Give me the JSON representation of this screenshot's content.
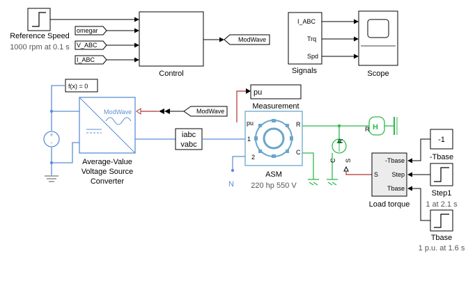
{
  "blocks": {
    "reference_speed": {
      "name": "Reference Speed",
      "desc": "1000 rpm at 0.1 s"
    },
    "control": {
      "name": "Control"
    },
    "goto_tags": {
      "omegar": "omegar",
      "v_abc": "V_ABC",
      "i_abc": "I_ABC",
      "modwave_out": "ModWave",
      "modwave_in": "ModWave"
    },
    "signals": {
      "name": "Signals",
      "ports": [
        "I_ABC",
        "Trq",
        "Spd"
      ]
    },
    "scope": {
      "name": "Scope"
    },
    "fx": {
      "text": "f(x) = 0"
    },
    "converter": {
      "name_lines": [
        "Average-Value",
        "Voltage Source",
        "Converter"
      ],
      "port": "ModWave"
    },
    "iabc_vabc": {
      "lines": [
        "iabc",
        "vabc"
      ]
    },
    "measurement": {
      "name": "Measurement",
      "value": "pu"
    },
    "asm": {
      "name": "ASM",
      "desc": "220 hp 550 V",
      "ports": {
        "pu": "pu",
        "r": "R",
        "c": "C",
        "one": "1",
        "two": "2"
      }
    },
    "mech_ports": {
      "r": "R",
      "c": "C",
      "s": "S"
    },
    "load_torque": {
      "name": "Load torque",
      "ports": [
        "-Tbase",
        "Step",
        "Tbase"
      ],
      "s_port": "S"
    },
    "neg_tbase": {
      "value": "-1",
      "name": "-Tbase"
    },
    "step1": {
      "name": "Step1",
      "desc": "1 at 2.1 s"
    },
    "tbase": {
      "name": "Tbase",
      "desc": "1 p.u. at 1.6 s"
    }
  },
  "colors": {
    "electrical": "#5b8ed6",
    "mechanical": "#2db84a",
    "signal": "#000000",
    "pwm": "#b03030",
    "asm": "#6aa6c8"
  }
}
